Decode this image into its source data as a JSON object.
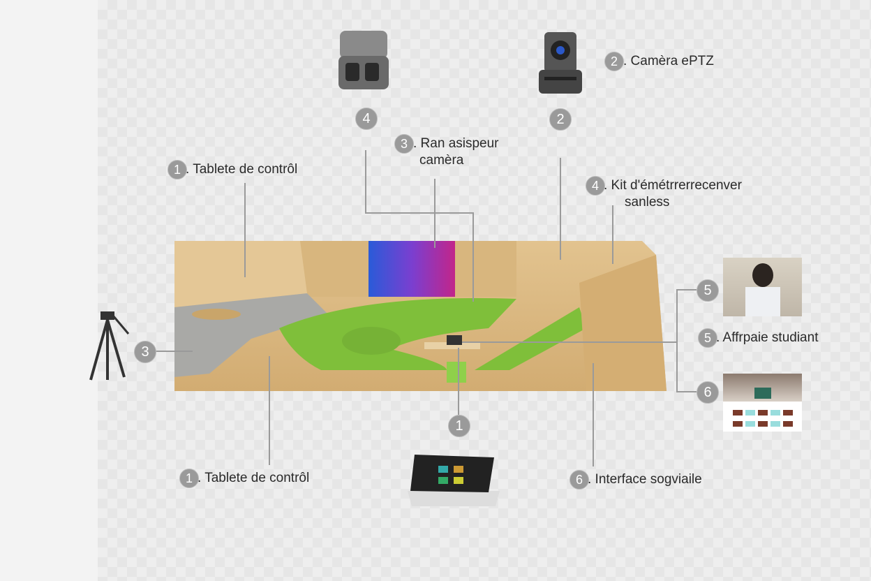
{
  "labels": {
    "l1_top": {
      "num": "1",
      "text": ". Tablete de contrôl"
    },
    "l2": {
      "num": "2",
      "text": ". Camèra ePTZ"
    },
    "l3": {
      "num": "3",
      "line1": ". Ran asispeur",
      "line2": "camèra"
    },
    "l4": {
      "num": "4",
      "line1": ". Kit d'émétrrerrecenver",
      "line2": "sanless"
    },
    "l5": {
      "num": "5",
      "text": ". Affrpaie studiant"
    },
    "l6": {
      "num": "6",
      "text": ". Interface sogviaile"
    },
    "l1_bottom": {
      "num": "1",
      "text": ". Tablete de contrôl"
    }
  },
  "badges": {
    "b4": "4",
    "b2": "2",
    "b3": "3",
    "b1": "1",
    "b5": "5",
    "b6": "6"
  },
  "colors": {
    "wood": "#dcbb86",
    "green": "#7fbf3a",
    "badge": "#9a9a9a"
  }
}
